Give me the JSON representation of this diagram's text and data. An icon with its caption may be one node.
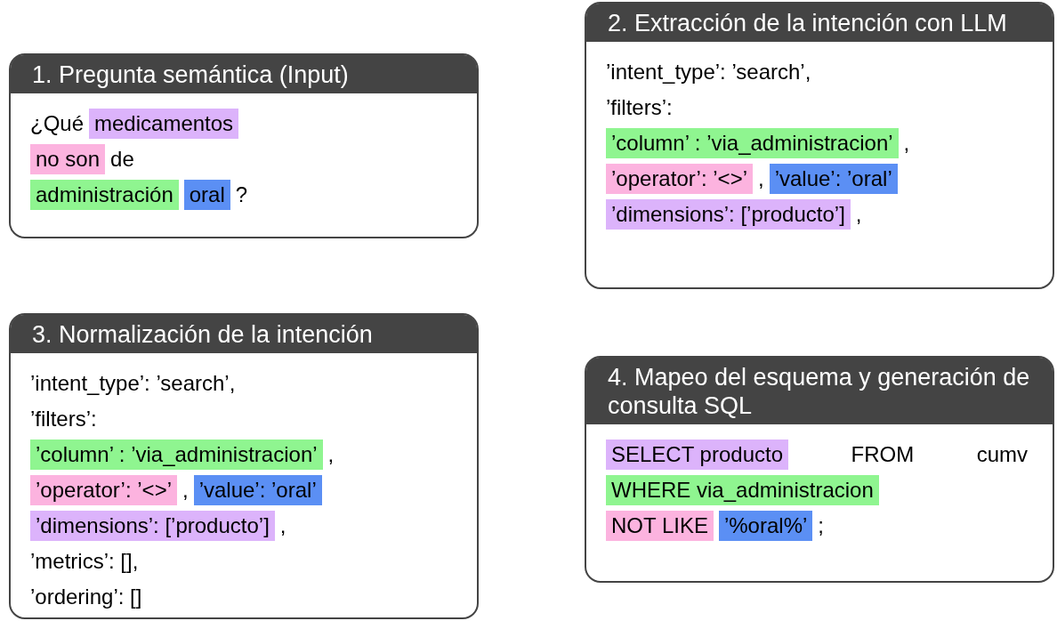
{
  "diagram": {
    "nodes": [
      {
        "text": [
          "1. Pregunta semántica (Input)",
          "¿Qué",
          "de",
          "?"
        ]
      },
      {
        "text": [
          "medicamentos"
        ],
        "in": 0
      },
      {
        "text": [
          "no son"
        ],
        "in": 0
      },
      {
        "text": [
          "administración"
        ],
        "in": 0
      },
      {
        "text": [
          "oral"
        ],
        "in": 0
      },
      {
        "text": [
          "2. Extracción de la intención con LLM",
          "’intent_type’: ’search’,",
          "’filters’:",
          ",",
          ",",
          ","
        ]
      },
      {
        "text": [
          "’column’ : ’via_administracion’"
        ],
        "in": 5
      },
      {
        "text": [
          "’operator’: ’<>’"
        ],
        "in": 5
      },
      {
        "text": [
          "’value’: ’oral’"
        ],
        "in": 5
      },
      {
        "text": [
          "’dimensions’: [’producto’]"
        ],
        "in": 5
      },
      {
        "text": [
          "3. Normalización de la intención",
          "’intent_type’: ’search’,",
          "’filters’:",
          ",",
          ",",
          ",",
          "’metrics’: [],",
          "’ordering’: []"
        ]
      },
      {
        "text": [
          "’column’ : ’via_administracion’"
        ],
        "in": 10
      },
      {
        "text": [
          "’operator’: ’<>’"
        ],
        "in": 10
      },
      {
        "text": [
          "’value’: ’oral’"
        ],
        "in": 10
      },
      {
        "text": [
          "’dimensions’: [’producto’]"
        ],
        "in": 10
      },
      {
        "text": [
          "4. Mapeo del esquema y generación de consulta SQL",
          "FROM",
          "cumv",
          ";"
        ]
      },
      {
        "text": [
          "SELECT producto"
        ],
        "in": 15
      },
      {
        "text": [
          "WHERE via_administracion"
        ],
        "in": 15
      },
      {
        "text": [
          "NOT LIKE"
        ],
        "in": 15
      },
      {
        "text": [
          "’%oral%’"
        ],
        "in": 15
      }
    ]
  }
}
